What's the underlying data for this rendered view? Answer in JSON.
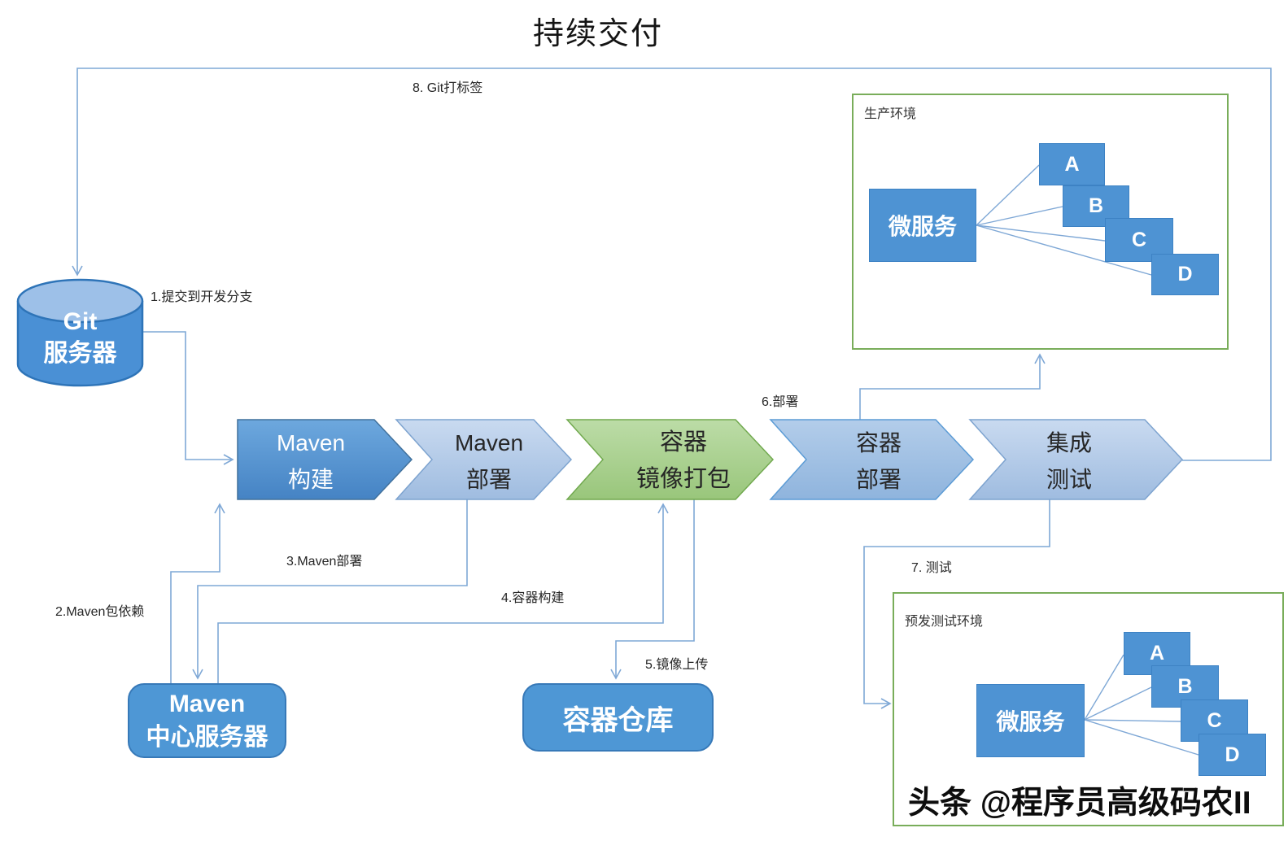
{
  "title": "持续交付",
  "watermark": "头条 @程序员高级码农II",
  "git_server": {
    "line1": "Git",
    "line2": "服务器"
  },
  "maven_central": {
    "line1": "Maven",
    "line2": "中心服务器"
  },
  "container_registry": {
    "label": "容器仓库"
  },
  "pipeline": {
    "maven_build": {
      "line1": "Maven",
      "line2": "构建"
    },
    "maven_deploy": {
      "line1": "Maven",
      "line2": "部署"
    },
    "image_package": {
      "line1": "容器",
      "line2": "镜像打包"
    },
    "container_deploy": {
      "line1": "容器",
      "line2": "部署"
    },
    "integration_test": {
      "line1": "集成",
      "line2": "测试"
    }
  },
  "edge_labels": {
    "commit": "1.提交到开发分支",
    "maven_dependency": "2.Maven包依赖",
    "maven_deploy": "3.Maven部署",
    "container_build": "4.容器构建",
    "image_upload": "5.镜像上传",
    "deploy": "6.部署",
    "test": "7. 测试",
    "git_tag": "8. Git打标签"
  },
  "environments": {
    "production": {
      "title": "生产环境",
      "service": "微服务",
      "instances": [
        "A",
        "B",
        "C",
        "D"
      ]
    },
    "staging": {
      "title": "预发测试环境",
      "service": "微服务",
      "instances": [
        "A",
        "B",
        "C",
        "D"
      ]
    }
  },
  "colors": {
    "connector_line": "#7fa8d6",
    "chevron_dark_blue": "#5b9bd5",
    "chevron_light_blue": "#b6cce8",
    "chevron_green": "#a9d18e",
    "node_blue": "#4e93d3",
    "env_border_green": "#79ad5a"
  }
}
